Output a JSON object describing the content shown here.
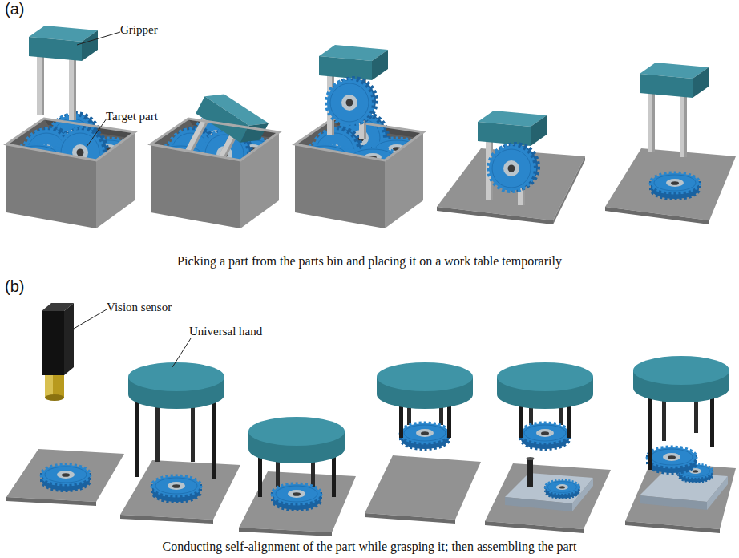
{
  "diagram": {
    "labels": [
      "(a)",
      "Gripper",
      "Target part",
      "Picking a part from the parts bin and placing it on a work table temporarily",
      "(b)",
      "Vision sensor",
      "Universal hand",
      "Conducting self-alignment of the part while grasping it; then assembling the part"
    ]
  }
}
